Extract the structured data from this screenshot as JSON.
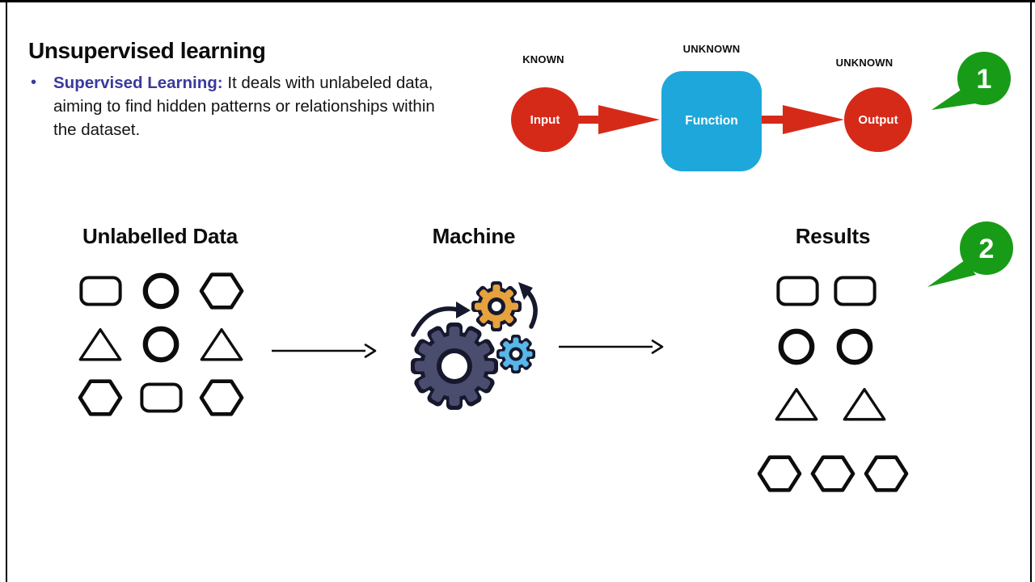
{
  "slide": {
    "title": "Unsupervised learning",
    "bullet": {
      "marker": "•",
      "lead": "Supervised Learning:",
      "line1": "It deals with unlabeled data,",
      "line2": "aiming to find hidden patterns or relationships within",
      "line3": "the dataset."
    }
  },
  "io_diagram": {
    "labels": {
      "input_top": "KNOWN",
      "function_top": "UNKNOWN",
      "output_top": "UNKNOWN"
    },
    "nodes": {
      "input": "Input",
      "function": "Function",
      "output": "Output"
    },
    "colors": {
      "node_red": "#d62a19",
      "function_blue": "#1ea7db"
    }
  },
  "callouts": {
    "one": "1",
    "two": "2",
    "color": "#189c18"
  },
  "pipeline": {
    "unlabelled": {
      "heading": "Unlabelled Data",
      "grid": [
        [
          "rounded-rect",
          "circle",
          "hexagon"
        ],
        [
          "triangle",
          "circle",
          "triangle"
        ],
        [
          "hexagon",
          "rounded-rect",
          "hexagon"
        ]
      ]
    },
    "machine": {
      "heading": "Machine",
      "icon": "gears-icon"
    },
    "results": {
      "heading": "Results",
      "rows": [
        [
          "rounded-rect",
          "rounded-rect"
        ],
        [
          "circle",
          "circle"
        ],
        [
          "triangle",
          "triangle"
        ],
        [
          "hexagon",
          "hexagon",
          "hexagon"
        ]
      ]
    }
  }
}
